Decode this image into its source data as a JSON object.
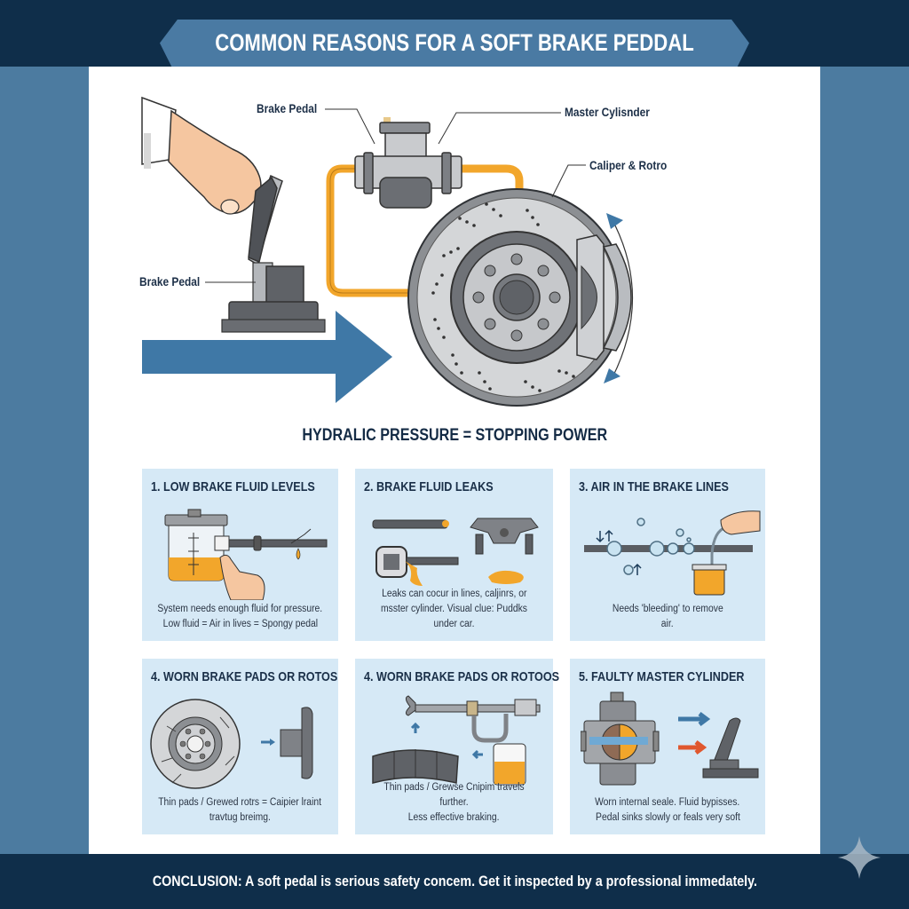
{
  "header": {
    "title": "COMMON REASONS FOR A SOFT BRAKE PEDDAL"
  },
  "diagram": {
    "labels": {
      "brake_pedal_top": "Brake Pedal",
      "master_cylinder": "Master Cylisnder",
      "caliper_rotor": "Caliper & Rotro",
      "brake_pedal_left": "Brake Pedal"
    },
    "subtitle": "HYDRALIC PRESSURE = STOPPING POWER"
  },
  "cards": [
    {
      "title": "1. LOW BRAKE FLUID LEVELS",
      "desc_line1": "System needs enough fluid for pressure.",
      "desc_line2": "Low fluid = Air in lives = Spongy pedal"
    },
    {
      "title": "2. BRAKE FLUID LEAKS",
      "desc_line1": "Leaks can cocur in lines, caljinrs, or",
      "desc_line2": "msster cylinder. Visual clue: Puddks under car."
    },
    {
      "title": "3. AIR IN THE BRAKE LINES",
      "desc_line1": "Needs 'bleeding' to remove",
      "desc_line2": "air."
    },
    {
      "title": "4. WORN BRAKE PADS OR ROTOS",
      "desc_line1": "Thin pads / Grewed rotrs = Caipier lraint",
      "desc_line2": "travtug breimg."
    },
    {
      "title": "4. WORN BRAKE PADS OR ROTOOS",
      "desc_line1": "Thin pads / Grewse Cnipim travels further.",
      "desc_line2": "Less effective braking."
    },
    {
      "title": "5. FAULTY MASTER CYLINDER",
      "desc_line1": "Worn internal seale. Fluid bypisses.",
      "desc_line2": "Pedal sinks slowly or feals very soft"
    }
  ],
  "footer": {
    "conclusion": "CONCLUSION: A soft pedal is serious safety concem. Get it inspected by a professional immedately."
  },
  "icons": {
    "sparkle": "sparkle-icon"
  },
  "colors": {
    "navy": "#0f2e4a",
    "steel_blue": "#4c7ba0",
    "card_bg": "#d6e9f6",
    "fluid_orange": "#f2a62b",
    "arrow_blue": "#3f78a6",
    "arrow_red": "#e0572e"
  }
}
